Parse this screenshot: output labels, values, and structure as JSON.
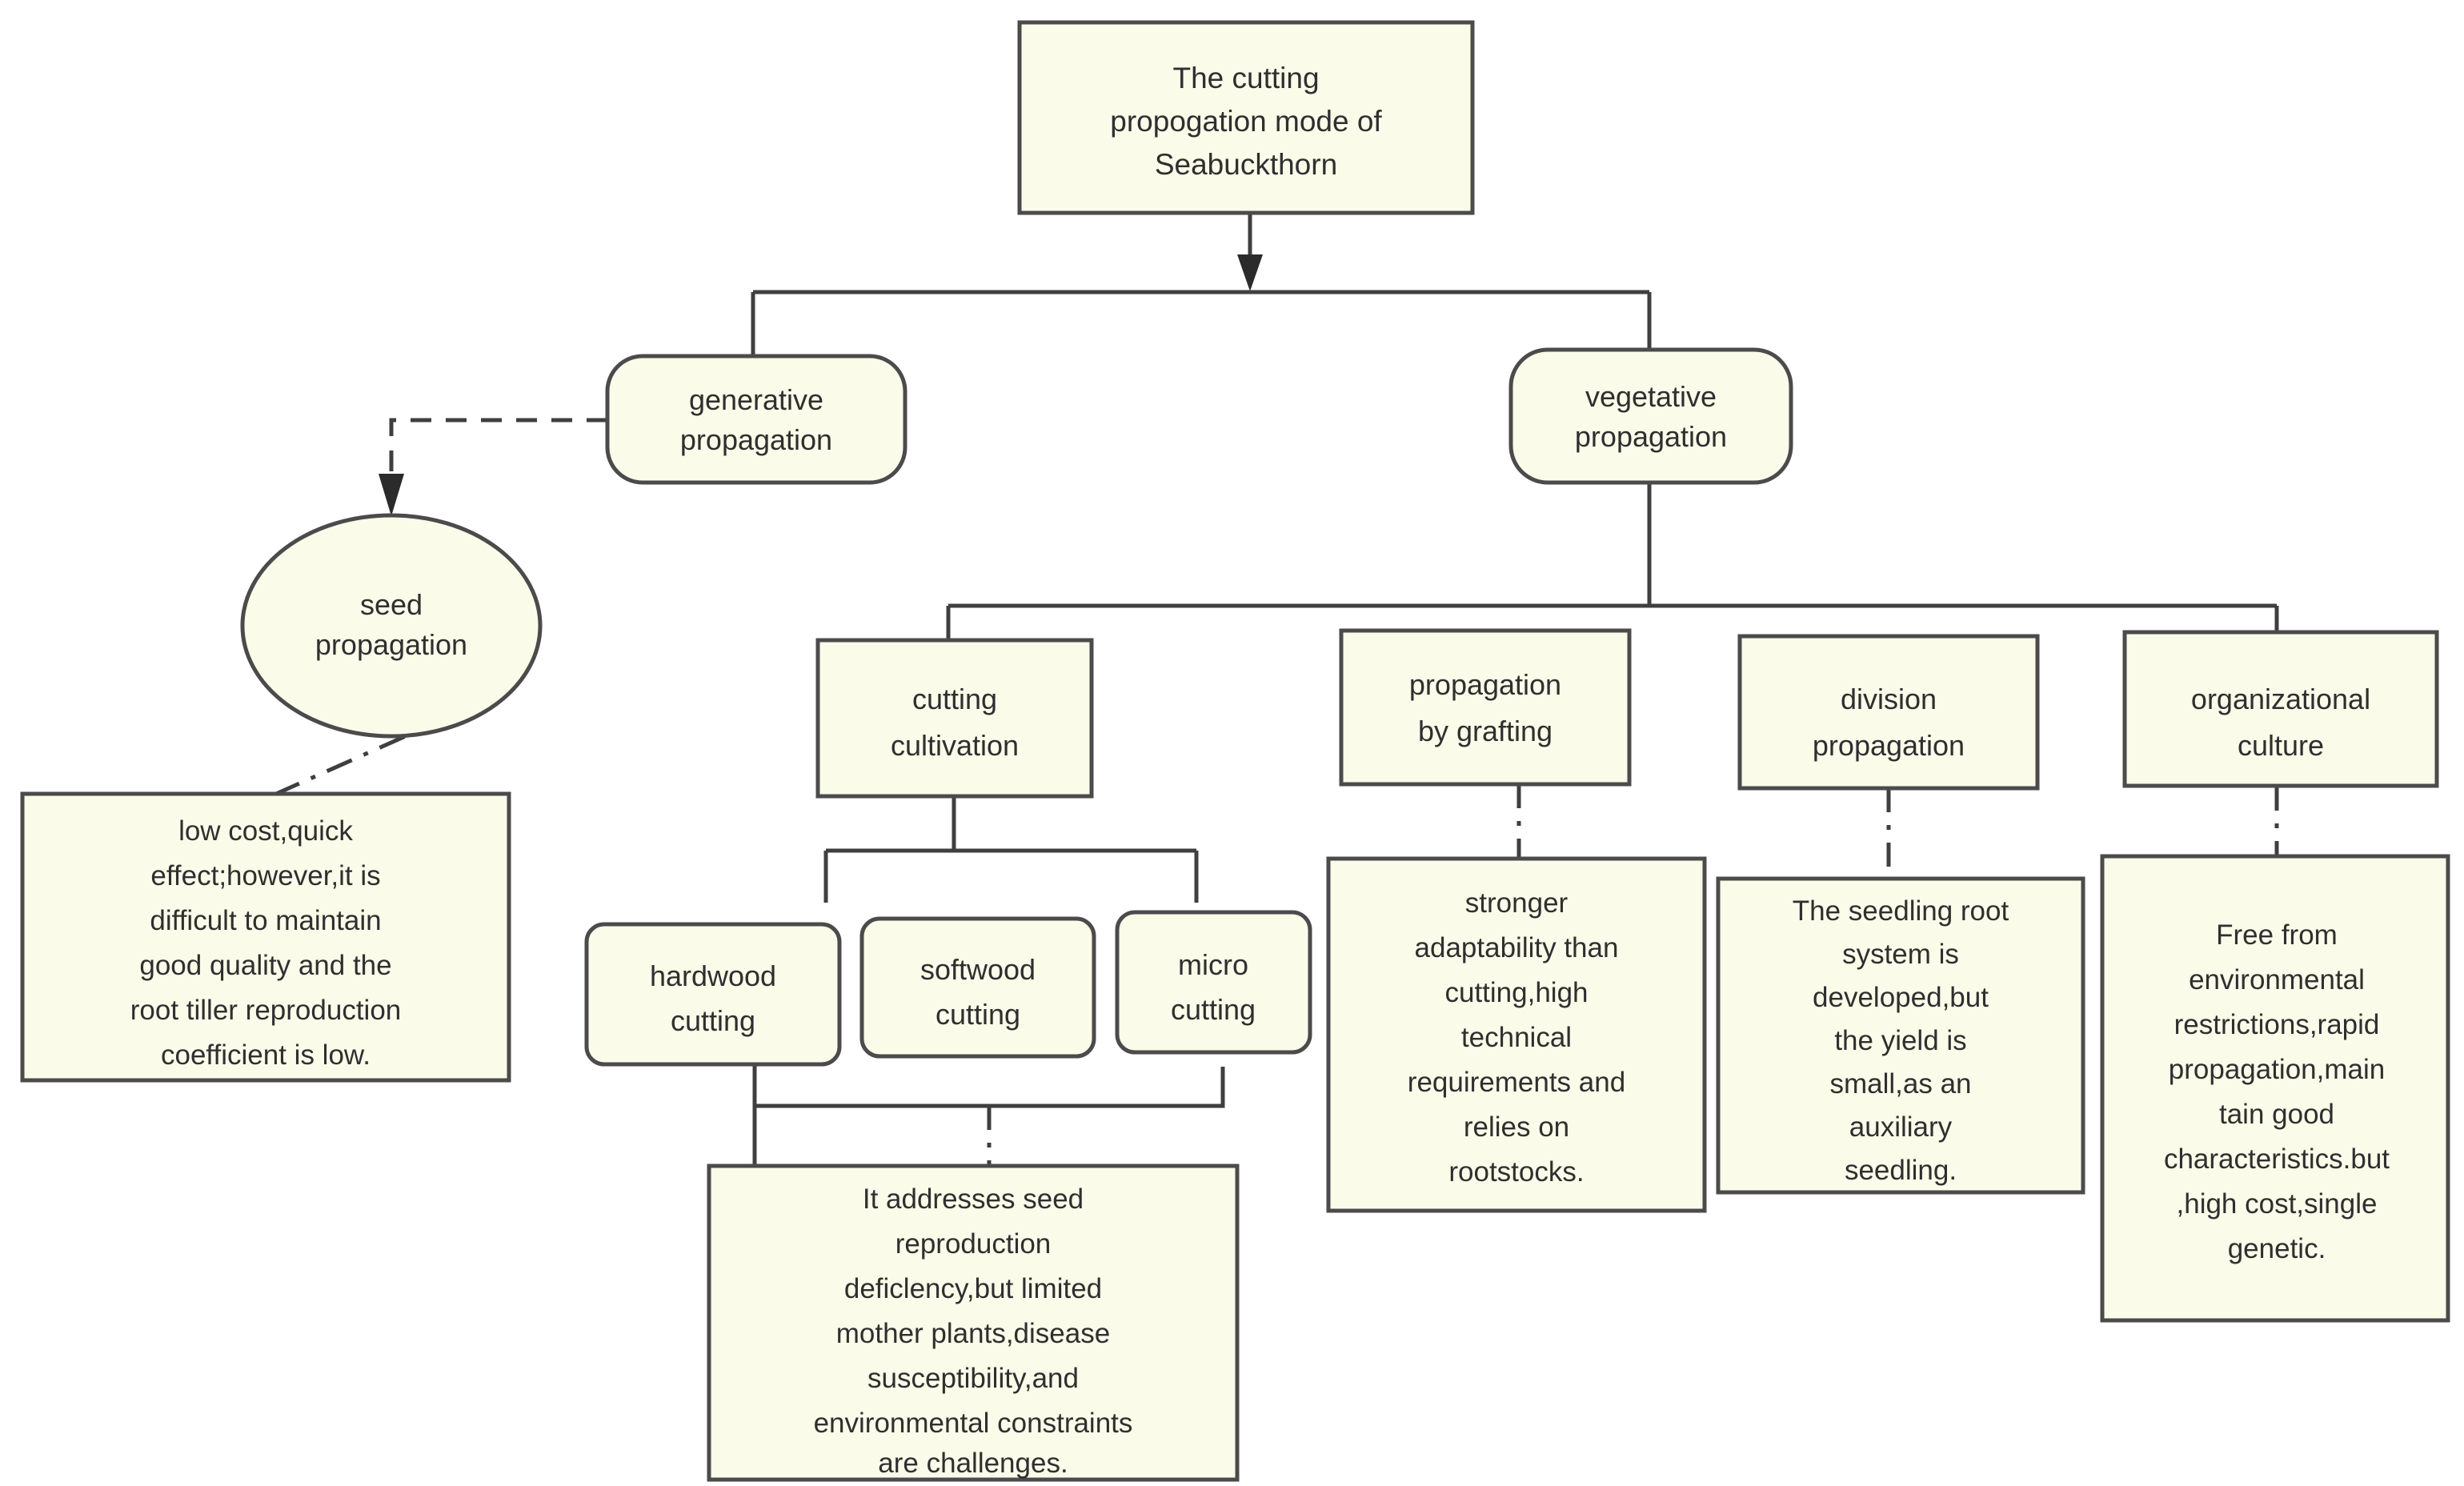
{
  "diagram": {
    "title_node": {
      "id": "root",
      "label_lines": [
        "The cutting",
        "propogation mode of",
        "Seabuckthorn"
      ],
      "shape": "rectangle"
    },
    "level2": [
      {
        "id": "generative-propagation",
        "label_lines": [
          "generative",
          "propagation"
        ],
        "shape": "rounded-rectangle"
      },
      {
        "id": "vegetative-propagation",
        "label_lines": [
          "vegetative",
          "propagation"
        ],
        "shape": "rounded-rectangle"
      }
    ],
    "seed_propagation": {
      "id": "seed-propagation",
      "label_lines": [
        "seed",
        "propagation"
      ],
      "shape": "ellipse"
    },
    "seed_propagation_note": {
      "id": "seed-propagation-note",
      "label_lines": [
        "low cost,quick",
        "effect;however,it is",
        "difficult to maintain",
        "good quality and  the",
        "root tiller reproduction",
        "coefficient is low."
      ],
      "shape": "rectangle"
    },
    "vegetative_children": [
      {
        "id": "cutting-cultivation",
        "label_lines": [
          "cutting",
          "cultivation"
        ],
        "shape": "rectangle"
      },
      {
        "id": "propagation-by-grafting",
        "label_lines": [
          "propagation",
          "by grafting"
        ],
        "shape": "rectangle"
      },
      {
        "id": "division-propagation",
        "label_lines": [
          "division",
          "propagation"
        ],
        "shape": "rectangle"
      },
      {
        "id": "organizational-culture",
        "label_lines": [
          "organizational",
          "culture"
        ],
        "shape": "rectangle"
      }
    ],
    "cutting_children": [
      {
        "id": "hardwood-cutting",
        "label_lines": [
          "hardwood",
          "cutting"
        ],
        "shape": "rounded-rectangle"
      },
      {
        "id": "softwood-cutting",
        "label_lines": [
          "softwood",
          "cutting"
        ],
        "shape": "rounded-rectangle"
      },
      {
        "id": "micro-cutting",
        "label_lines": [
          "micro",
          "cutting"
        ],
        "shape": "rounded-rectangle"
      }
    ],
    "notes": [
      {
        "id": "cutting-cultivation-note",
        "label_lines": [
          "It addresses seed",
          "reproduction",
          "deficlency,but limited",
          "mother plants,disease",
          "susceptibility,and",
          "environmental constraints",
          "are challenges."
        ],
        "shape": "rectangle"
      },
      {
        "id": "grafting-note",
        "label_lines": [
          "stronger",
          "adaptability than",
          "cutting,high",
          "technical",
          "requirements and",
          "relies on",
          "rootstocks."
        ],
        "shape": "rectangle"
      },
      {
        "id": "division-note",
        "label_lines": [
          "The seedling root",
          "system is",
          "developed,but",
          "the yield is",
          "small,as an",
          "auxiliary",
          "seedling."
        ],
        "shape": "rectangle"
      },
      {
        "id": "organizational-culture-note",
        "label_lines": [
          "Free from",
          "environmental",
          "restrictions,rapid",
          "propagation,main",
          "tain good",
          "characteristics.but",
          ",high cost,single",
          "genetic."
        ],
        "shape": "rectangle"
      }
    ],
    "colors": {
      "node_fill": "#fbfbea",
      "node_border": "#4b4b4b",
      "connector": "#3f3f3f",
      "text": "#2f2f2f",
      "background": "#ffffff"
    }
  }
}
